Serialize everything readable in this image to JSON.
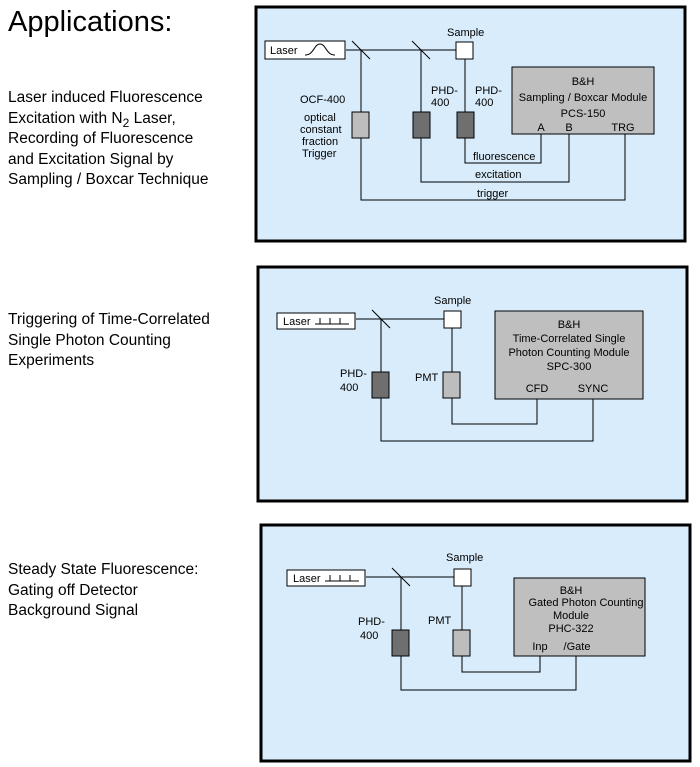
{
  "title": "Applications:",
  "colors": {
    "panel_fill": "#d9ecfb",
    "panel_border": "#000000",
    "module_fill": "#bfbfbf",
    "detector_dark": "#6f6f6f",
    "detector_light": "#bdbdbd"
  },
  "app1": {
    "text_line1": "Laser induced Fluorescence",
    "text_line2_pre": "Excitation with N",
    "text_line2_sub": "2",
    "text_line2_post": " Laser,",
    "text_line3": "Recording of Fluorescence",
    "text_line4": "and Excitation Signal by",
    "text_line5": "Sampling / Boxcar Technique",
    "laser": "Laser",
    "sample": "Sample",
    "ocf_label": "OCF-400",
    "ocf_desc1": "optical",
    "ocf_desc2": "constant",
    "ocf_desc3": "fraction",
    "ocf_desc4": "Trigger",
    "phd_a_line1": "PHD-",
    "phd_a_line2": "400",
    "phd_b_line1": "PHD-",
    "phd_b_line2": "400",
    "module_line1": "B&H",
    "module_line2": "Sampling / Boxcar Module",
    "module_line3": "PCS-150",
    "port_a": "A",
    "port_b": "B",
    "port_trg": "TRG",
    "sig_fluorescence": "fluorescence",
    "sig_excitation": "excitation",
    "sig_trigger": "trigger"
  },
  "app2": {
    "text_line1": "Triggering of Time-Correlated",
    "text_line2": "Single Photon Counting",
    "text_line3": "Experiments",
    "laser": "Laser",
    "sample": "Sample",
    "phd_line1": "PHD-",
    "phd_line2": "400",
    "pmt": "PMT",
    "module_line1": "B&H",
    "module_line2": "Time-Correlated Single",
    "module_line3": "Photon Counting Module",
    "module_line4": "SPC-300",
    "port_cfd": "CFD",
    "port_sync": "SYNC"
  },
  "app3": {
    "text_line1": "Steady State Fluorescence:",
    "text_line2": "Gating off Detector",
    "text_line3": "Background Signal",
    "laser": "Laser",
    "sample": "Sample",
    "phd_line1": "PHD-",
    "phd_line2": "400",
    "pmt": "PMT",
    "module_line1": "B&H",
    "module_line2": "Gated Photon Counting",
    "module_line3": "Module",
    "module_line4": "PHC-322",
    "port_inp": "Inp",
    "port_gate": "/Gate"
  }
}
